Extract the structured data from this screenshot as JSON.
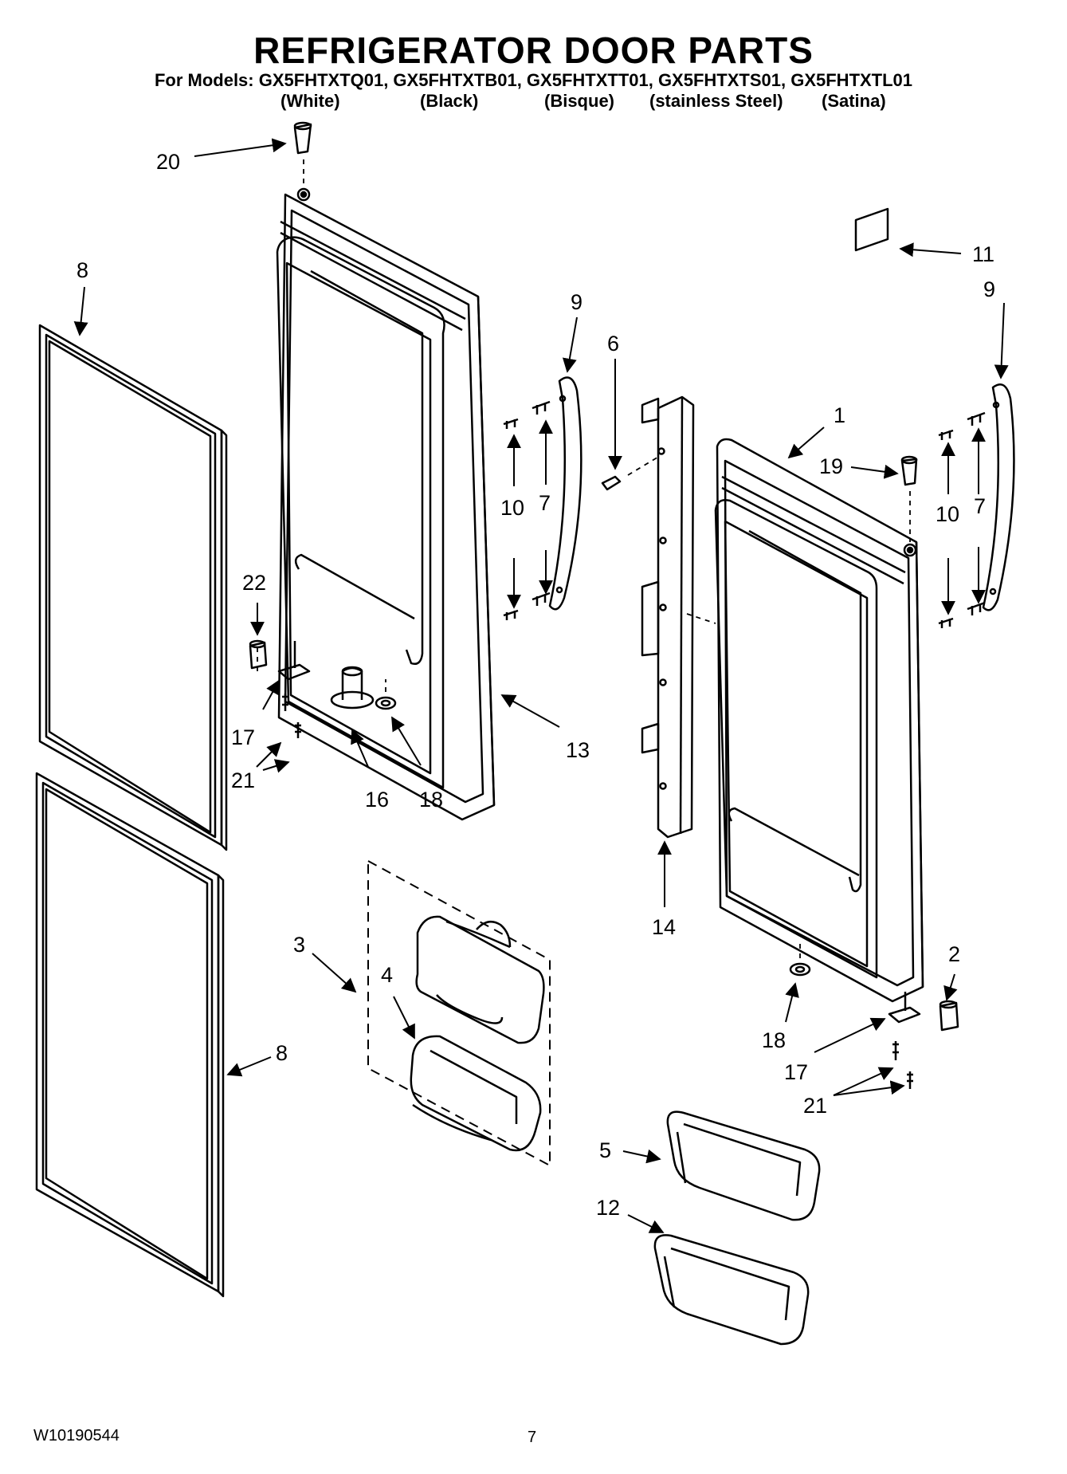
{
  "header": {
    "title": "REFRIGERATOR DOOR PARTS",
    "models_line": "For Models: GX5FHTXTQ01, GX5FHTXTB01, GX5FHTXTT01, GX5FHTXTS01, GX5FHTXTL01",
    "finishes": [
      "(White)",
      "(Black)",
      "(Bisque)",
      "(stainless Steel)",
      "(Satina)"
    ]
  },
  "callouts": {
    "c20": "20",
    "c8a": "8",
    "c9a": "9",
    "c6": "6",
    "c11": "11",
    "c9b": "9",
    "c1": "1",
    "c19": "19",
    "c10a": "10",
    "c7a": "7",
    "c10b": "10",
    "c7b": "7",
    "c22": "22",
    "c17a": "17",
    "c21a": "21",
    "c16": "16",
    "c18a": "18",
    "c13": "13",
    "c14": "14",
    "c3": "3",
    "c4": "4",
    "c2": "2",
    "c8b": "8",
    "c18b": "18",
    "c17b": "17",
    "c21b": "21",
    "c5": "5",
    "c12": "12"
  },
  "footer": {
    "doc_number": "W10190544",
    "page_number": "7"
  }
}
